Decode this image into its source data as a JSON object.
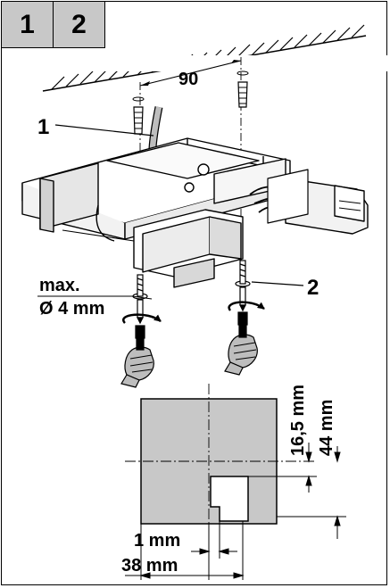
{
  "step_tabs": [
    "1",
    "2"
  ],
  "callouts": {
    "one": "1",
    "two": "2"
  },
  "dimensions": {
    "screw_spacing": "90",
    "max_label": "max.",
    "max_diameter": "Ø 4 mm",
    "offset_small": "1 mm",
    "offset_width": "38 mm",
    "offset_vertical": "16,5 mm",
    "total_height": "44 mm"
  },
  "colors": {
    "tab_fill": "#c8c8c8",
    "template_fill": "#c8c8c8",
    "line": "#000000",
    "device_fill": "#ffffff",
    "shadow": "#bdbdbd"
  }
}
